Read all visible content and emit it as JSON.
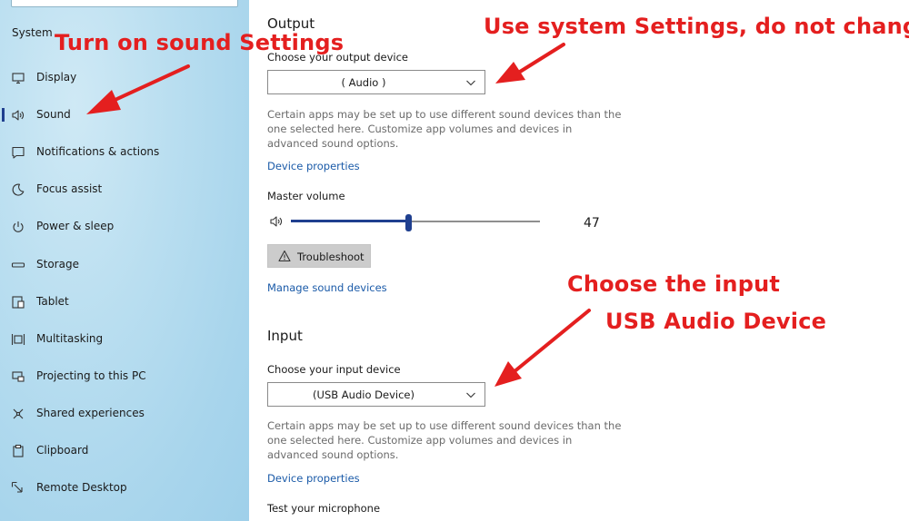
{
  "sidebar": {
    "section_title": "System",
    "items": [
      {
        "label": "Display",
        "icon": "monitor-icon"
      },
      {
        "label": "Sound",
        "icon": "speaker-icon",
        "selected": true
      },
      {
        "label": "Notifications & actions",
        "icon": "notification-icon"
      },
      {
        "label": "Focus assist",
        "icon": "moon-icon"
      },
      {
        "label": "Power & sleep",
        "icon": "power-icon"
      },
      {
        "label": "Storage",
        "icon": "storage-icon"
      },
      {
        "label": "Tablet",
        "icon": "tablet-icon"
      },
      {
        "label": "Multitasking",
        "icon": "multitasking-icon"
      },
      {
        "label": "Projecting to this PC",
        "icon": "projecting-icon"
      },
      {
        "label": "Shared experiences",
        "icon": "shared-icon"
      },
      {
        "label": "Clipboard",
        "icon": "clipboard-icon"
      },
      {
        "label": "Remote Desktop",
        "icon": "remote-desktop-icon"
      }
    ]
  },
  "output": {
    "title": "Output",
    "device_label": "Choose your output device",
    "device_value": "( Audio )",
    "description": "Certain apps may be set up to use different sound devices than the one selected here. Customize app volumes and devices in advanced sound options.",
    "device_properties_link": "Device properties",
    "master_volume_label": "Master volume",
    "volume": 47,
    "troubleshoot_label": "Troubleshoot",
    "manage_link": "Manage sound devices"
  },
  "input": {
    "title": "Input",
    "device_label": "Choose your input device",
    "device_value": "(USB Audio Device)",
    "description": "Certain apps may be set up to use different sound devices than the one selected here. Customize app volumes and devices in advanced sound options.",
    "device_properties_link": "Device properties",
    "test_label": "Test your microphone"
  },
  "annotations": {
    "sound_settings": "Turn on sound Settings",
    "system_settings": "Use system Settings, do not change",
    "choose_input_line1": "Choose the input",
    "choose_input_line2": "USB Audio Device"
  },
  "colors": {
    "accent": "#1f3f8f",
    "link": "#1a5aa8",
    "annotation": "#e41f1f",
    "sidebar_bg": "#b9def0"
  }
}
